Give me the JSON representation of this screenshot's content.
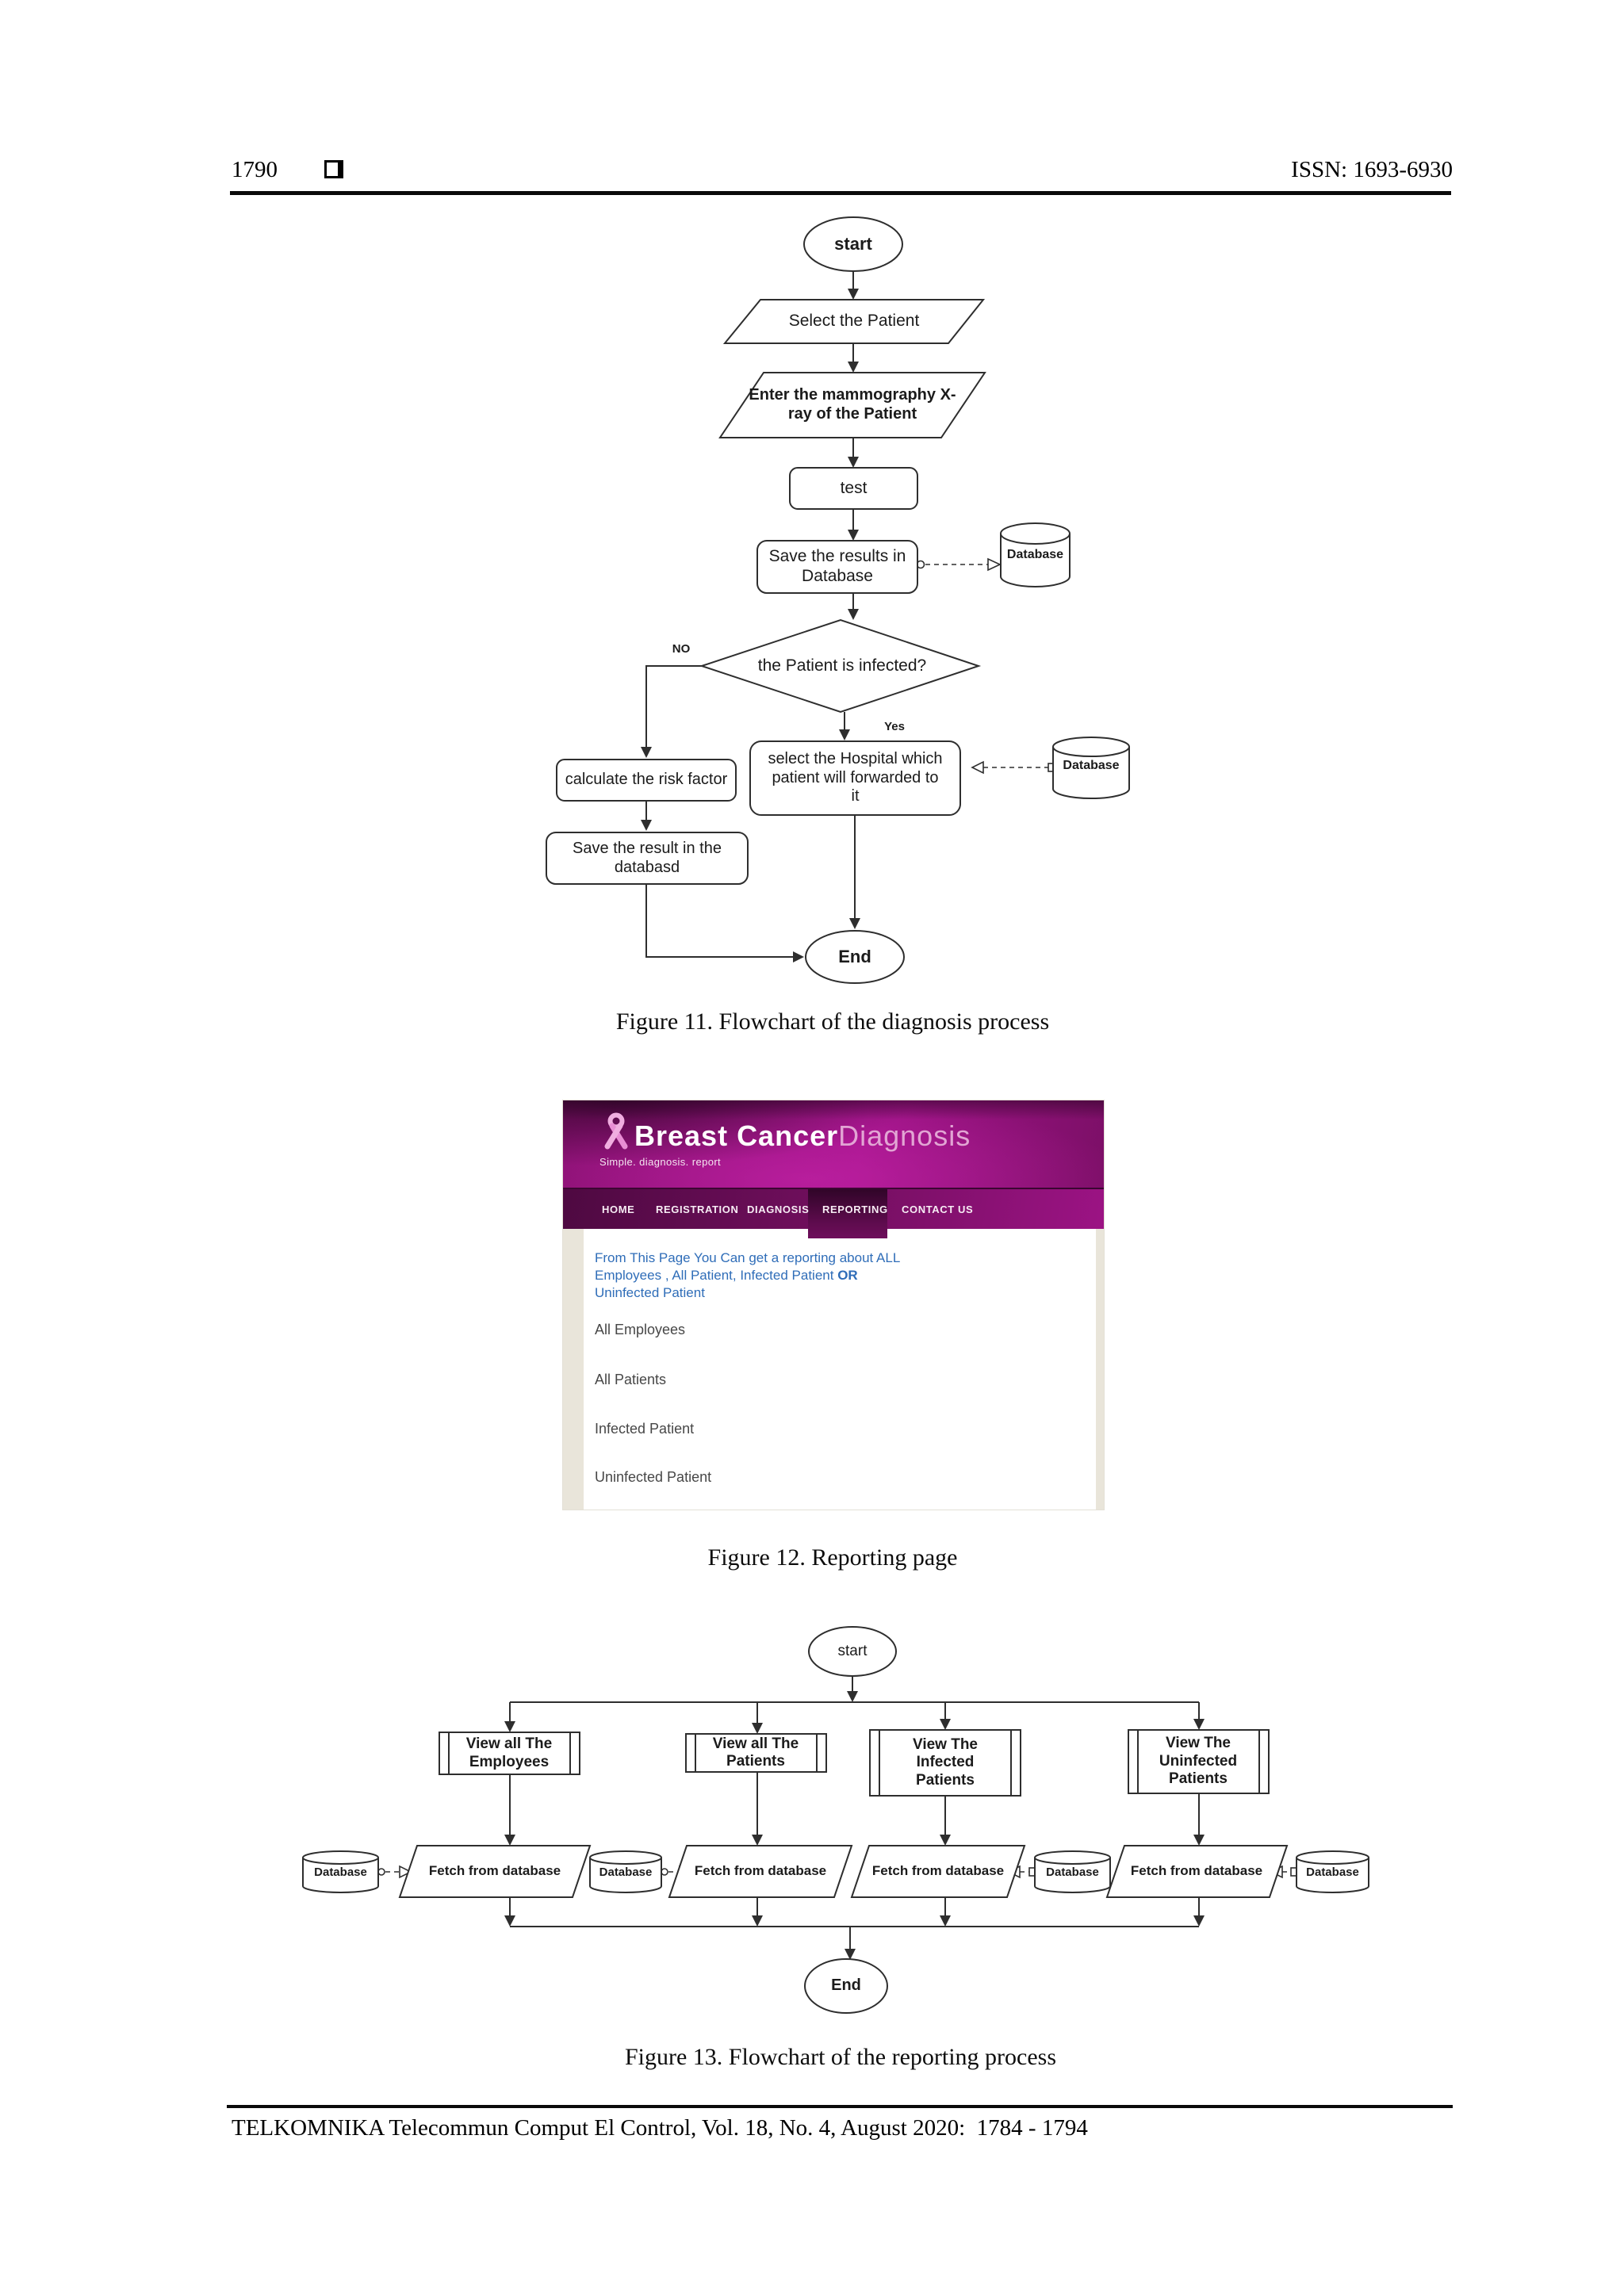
{
  "header": {
    "page_number": "1790",
    "issn": "ISSN: 1693-6930"
  },
  "footer": {
    "text": "TELKOMNIKA Telecommun Comput El Control, Vol. 18, No. 4, August 2020:  1784 - 1794"
  },
  "figure11": {
    "caption": "Figure 11. Flowchart of the diagnosis process",
    "nodes": {
      "start": "start",
      "select_patient": "Select the Patient",
      "enter_xray": "Enter the mammography X-ray of the  Patient",
      "test": "test",
      "save_results": "Save the results in Database",
      "database_top": "Database",
      "decision": "the Patient is infected?",
      "no": "NO",
      "yes": "Yes",
      "select_hospital": "select the Hospital which patient will forwarded to it",
      "database_right": "Database",
      "calculate_risk": "calculate the risk factor",
      "save_result": "Save the result in the databasd",
      "end": "End"
    }
  },
  "figure12": {
    "caption": "Figure 12. Reporting page",
    "site": {
      "brand_primary": "Breast Cancer",
      "brand_secondary": "Diagnosis",
      "tagline": "Simple. diagnosis. report",
      "nav": [
        "HOME",
        "REGISTRATION",
        "DIAGNOSIS",
        "REPORTING",
        "CONTACT US"
      ],
      "active_nav": "REPORTING",
      "intro": {
        "line1": "From This Page You Can get a reporting about ALL",
        "line2": "Employees , All Patient, Infected Patient ",
        "line2_bold": "OR",
        "line3": "Uninfected Patient"
      },
      "links": [
        "All Employees",
        "All Patients",
        "Infected Patient",
        "Uninfected Patient"
      ],
      "colors": {
        "header_magenta": "#a2148a",
        "nav_purple": "#6e0e5b",
        "active_tab": "#4a0a3e",
        "intro_blue": "#2f6db8",
        "link_gray": "#474747",
        "ribbon_pink": "#eda4dd"
      }
    }
  },
  "figure13": {
    "caption": "Figure 13. Flowchart of the reporting process",
    "nodes": {
      "start": "start",
      "box1": "View all The Employees",
      "box2": "View all The Patients",
      "box3": "View The Infected Patients",
      "box4": "View The Uninfected Patients",
      "fetch1": "Fetch from database",
      "fetch2": "Fetch from database",
      "fetch3": "Fetch from database",
      "fetch4": "Fetch from database",
      "db1": "Database",
      "db2": "Database",
      "db3": "Database",
      "db4": "Database",
      "end": "End"
    }
  }
}
